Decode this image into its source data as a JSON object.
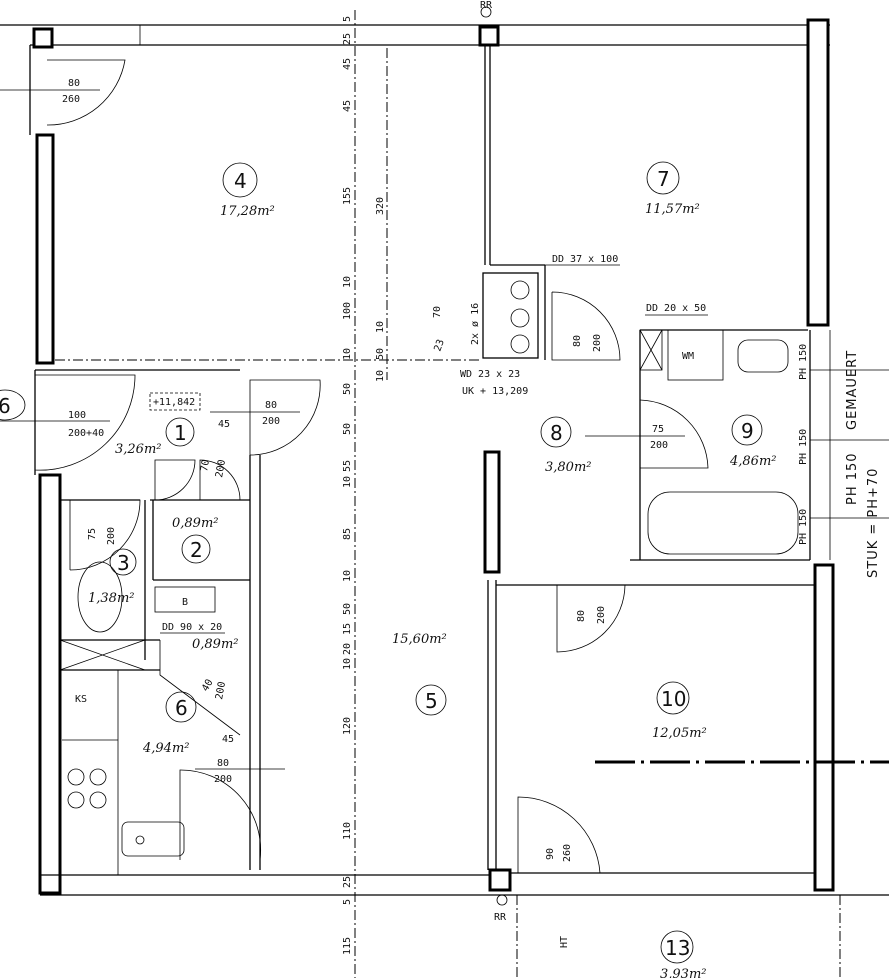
{
  "rooms": [
    {
      "id": "1",
      "area": "3,26m²"
    },
    {
      "id": "2",
      "area": "0,89m²"
    },
    {
      "id": "3",
      "area": "1,38m²"
    },
    {
      "id": "4",
      "area": "17,28m²"
    },
    {
      "id": "5",
      "area": "15,60m²"
    },
    {
      "id": "6",
      "area": "4,94m²"
    },
    {
      "id": "7",
      "area": "11,57m²"
    },
    {
      "id": "8",
      "area": "3,80m²"
    },
    {
      "id": "9",
      "area": "4,86m²"
    },
    {
      "id": "10",
      "area": "12,05m²"
    },
    {
      "id": "13",
      "area": "3,93m²"
    }
  ],
  "external_ref": "6",
  "doors": {
    "d4": [
      "80",
      "260"
    ],
    "d_entry": [
      "100",
      "200+40"
    ],
    "d1": [
      "80",
      "200"
    ],
    "d3": [
      "75",
      "200"
    ],
    "d2": [
      "70",
      "200",
      "45"
    ],
    "d6": [
      "40",
      "200",
      "45"
    ],
    "d_kitchen": [
      "80",
      "200"
    ],
    "d8": [
      "80",
      "200"
    ],
    "d9": [
      "75",
      "200"
    ],
    "d10": [
      "80",
      "200"
    ],
    "d10b": [
      "90",
      "260"
    ]
  },
  "annotations": {
    "level": "+11,842",
    "ventilation_shaft_1": "DD 37 x 100",
    "ventilation_shaft_2": "DD 20 x 50",
    "ventilation_shaft_3": "DD 90 x 20",
    "wd": "WD 23 x 23",
    "uk": "UK + 13,209",
    "flue": "2x ø 16",
    "wm": "WM",
    "b": "B",
    "ks": "KS",
    "ht": "HT",
    "rr_top": "RR",
    "rr_bottom": "RR",
    "ph150_1": "PH 150",
    "ph150_2": "PH 150",
    "ph150_3": "PH 150",
    "gemauert": "GEMAUERT",
    "ph150": "PH 150",
    "stuk": "STUK = PH+70"
  },
  "dimensions": {
    "chain_a": [
      "5",
      "25",
      "45",
      "45",
      "155",
      "10",
      "100",
      "10",
      "50",
      "50",
      "10",
      "55",
      "85",
      "10",
      "50",
      "15",
      "20",
      "10",
      "120",
      "110",
      "25",
      "5",
      "115"
    ],
    "chain_b": [
      "320",
      "10",
      "50",
      "10",
      "70",
      "23"
    ]
  }
}
